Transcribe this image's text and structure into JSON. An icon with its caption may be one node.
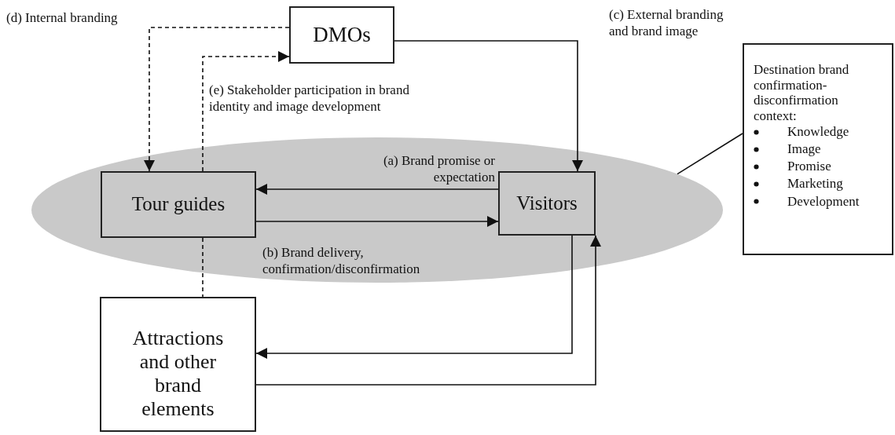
{
  "diagram": {
    "nodes": [
      {
        "text": [
          "DMOs"
        ]
      },
      {
        "text": [],
        "shape": "ellipse"
      },
      {
        "text": [
          "Tour guides"
        ],
        "in": 1
      },
      {
        "text": [
          "Visitors"
        ],
        "in": 1
      },
      {
        "text": [
          "Destination brand confirmation-disconfirmation context:",
          "Knowledge",
          "Image",
          "Promise",
          "Marketing",
          "Development"
        ]
      },
      {
        "text": [
          "Attractions and other brand elements"
        ]
      }
    ],
    "edges": [
      {
        "from": 0,
        "to": 2,
        "arrow": "to",
        "style": "dashed",
        "label": "(d) Internal branding"
      },
      {
        "from": 2,
        "to": 0,
        "arrow": "to",
        "style": "dashed",
        "label": "(e) Stakeholder participation in brand identity and image development"
      },
      {
        "from": 0,
        "to": 3,
        "arrow": "to",
        "label": "(c) External branding and brand image"
      },
      {
        "from": 3,
        "to": 2,
        "arrow": "to",
        "label": "(a) Brand promise or expectation"
      },
      {
        "from": 2,
        "to": 3,
        "arrow": "to",
        "label": "(b) Brand delivery, confirmation/disconfirmation"
      },
      {
        "from": 2,
        "to": 5,
        "arrow": "none",
        "style": "dashed"
      },
      {
        "from": 3,
        "to": 5,
        "arrow": "to"
      },
      {
        "from": 5,
        "to": 3,
        "arrow": "to"
      },
      {
        "from": 4,
        "to": 1,
        "arrow": "none"
      }
    ]
  }
}
